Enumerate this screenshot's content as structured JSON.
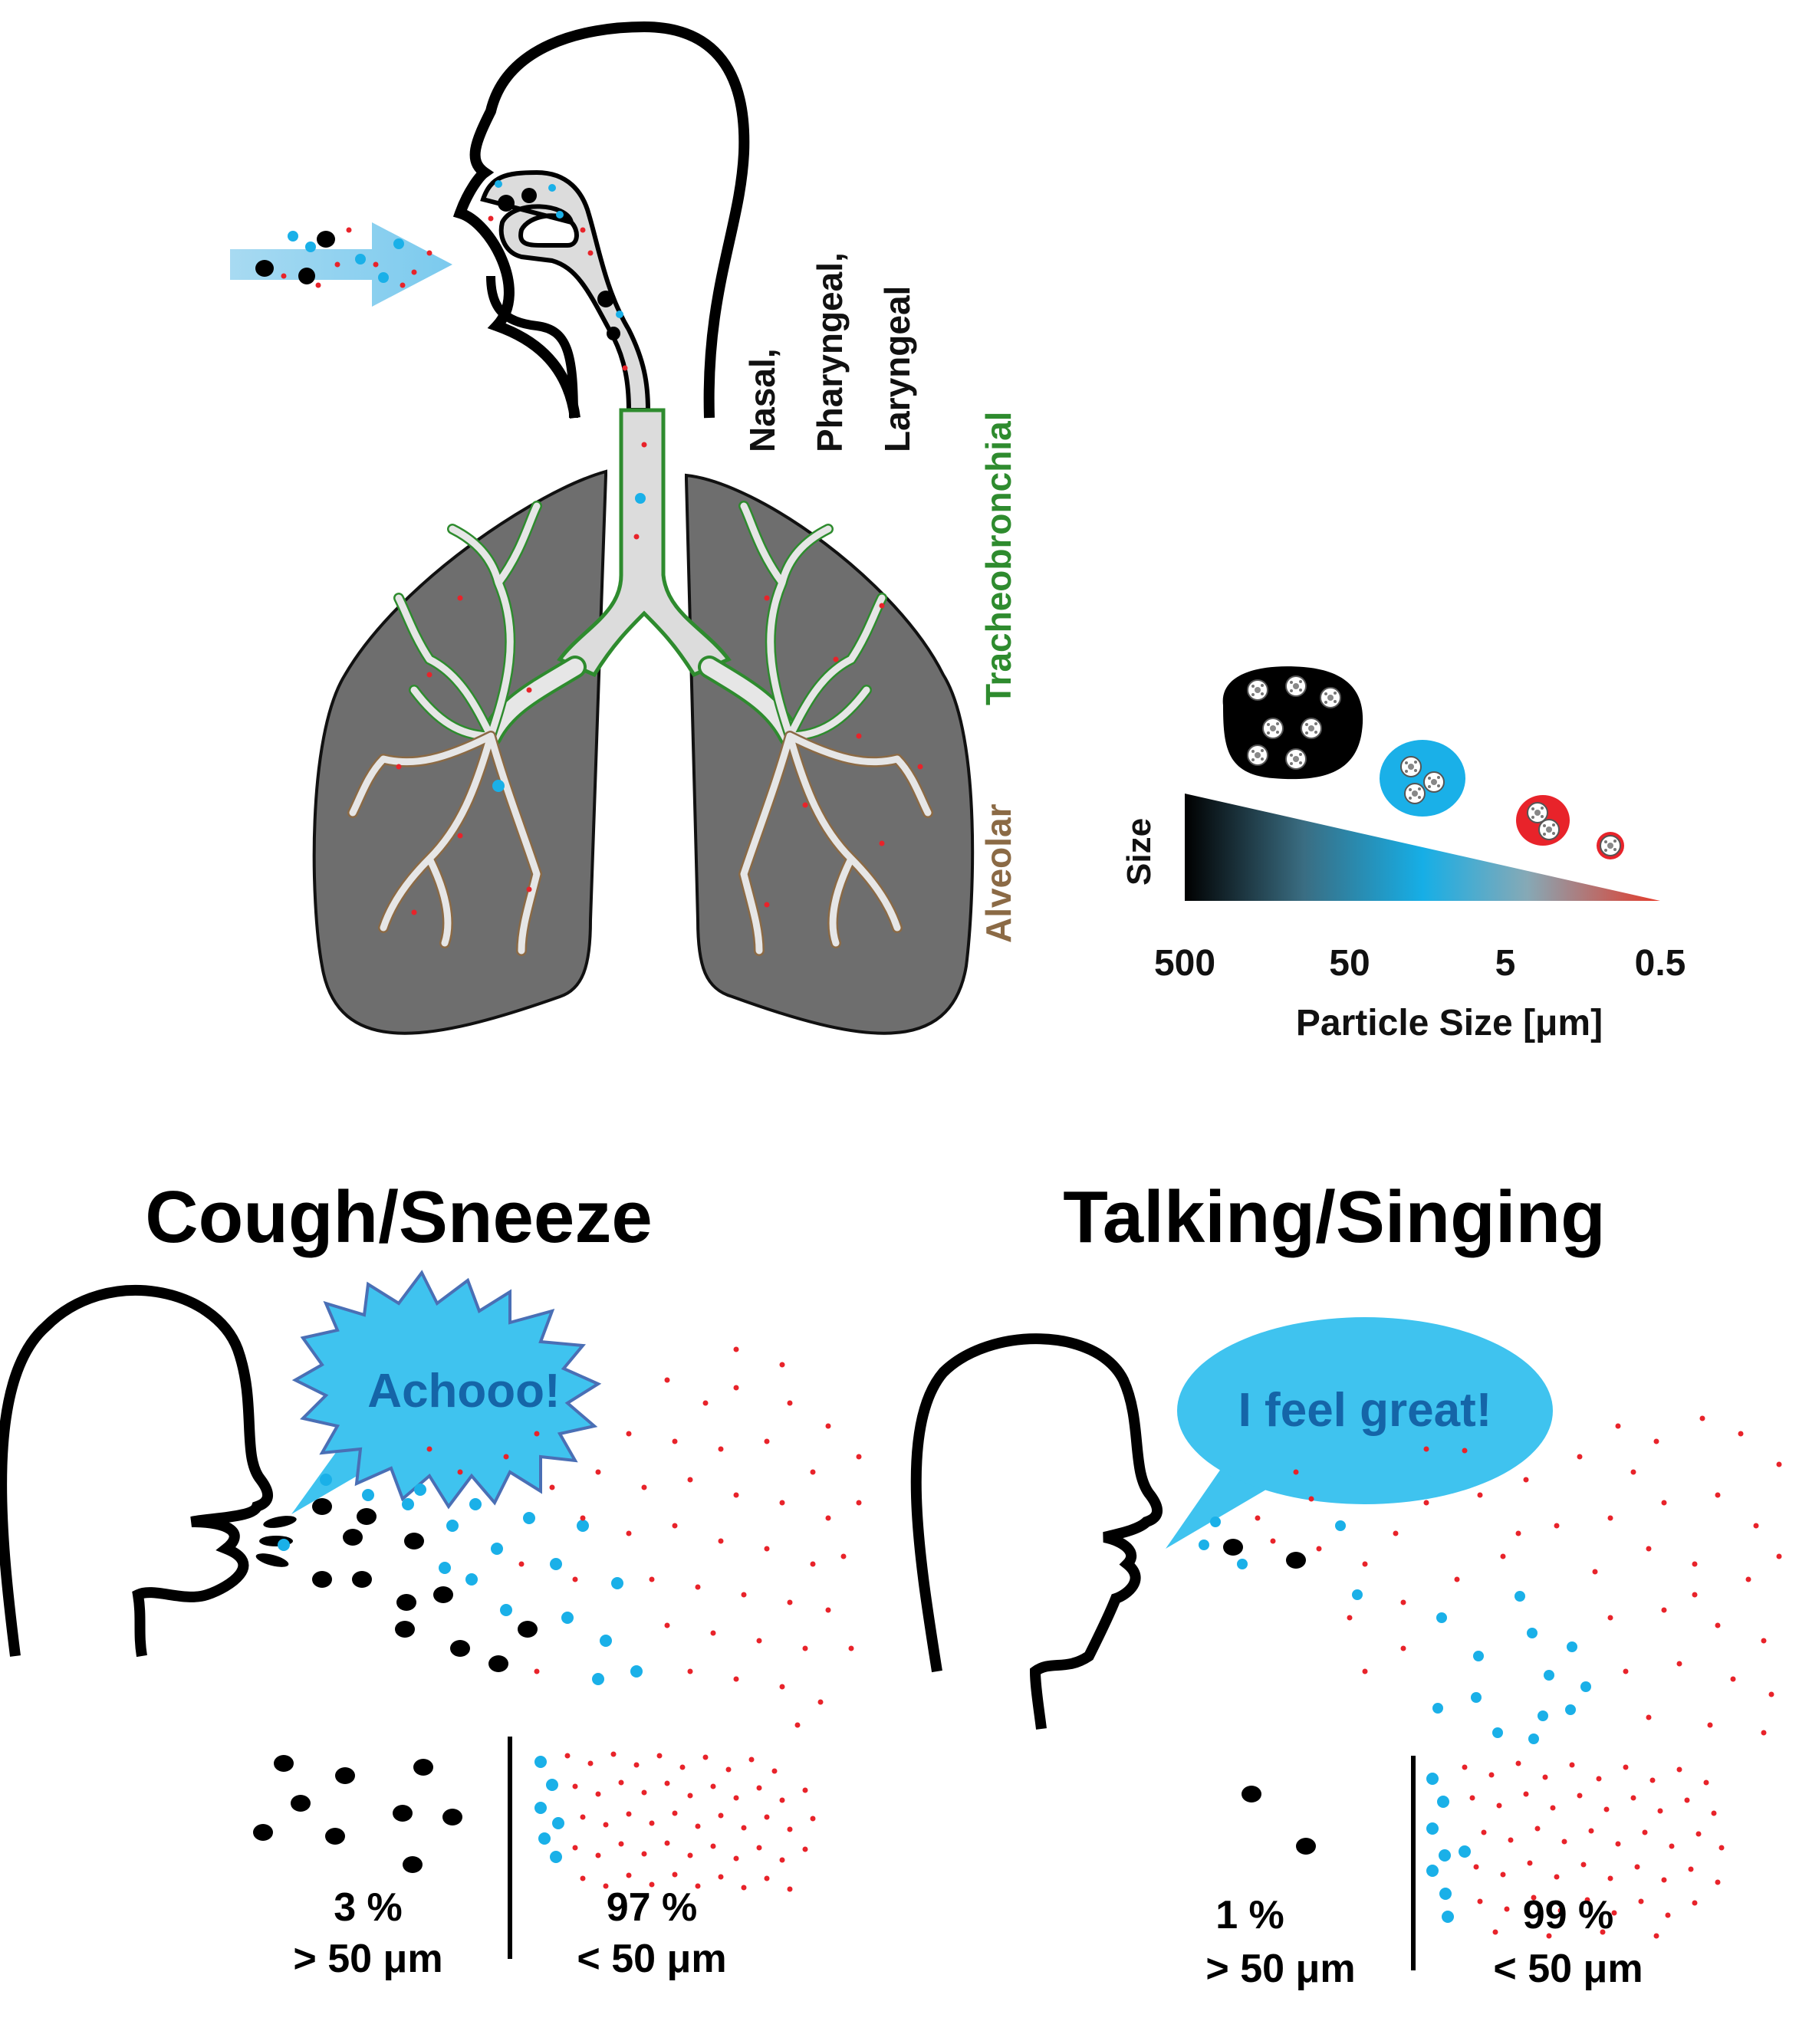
{
  "respiratory": {
    "region_labels": {
      "upper": [
        "Nasal,",
        "Pharyngeal,",
        "Laryngeal"
      ],
      "tracheobronchial": "Tracheobronchial",
      "alveolar": "Alveolar"
    },
    "region_colors": {
      "upper": "#111111",
      "tracheobronchial": "#2e8b2e",
      "alveolar": "#8b6a45"
    }
  },
  "size_scale": {
    "axis_title": "Size",
    "ticks": [
      "500",
      "50",
      "5",
      "0.5"
    ],
    "xlabel": "Particle Size [μm]"
  },
  "cough_panel": {
    "title": "Cough/Sneeze",
    "bubble_text": "Achooo!",
    "large": {
      "percent": "3 %",
      "threshold": "> 50 μm"
    },
    "small": {
      "percent": "97 %",
      "threshold": "< 50 μm"
    }
  },
  "talking_panel": {
    "title": "Talking/Singing",
    "bubble_text": "I feel great!",
    "large": {
      "percent": "1 %",
      "threshold": "> 50 μm"
    },
    "small": {
      "percent": "99 %",
      "threshold": "< 50 μm"
    }
  },
  "colors": {
    "large_droplet": "#000000",
    "medium_droplet": "#1ab0e8",
    "small_aerosol": "#e8232a",
    "bubble_fill": "#3fc3ef",
    "lung_fill": "#6e6e6e"
  }
}
